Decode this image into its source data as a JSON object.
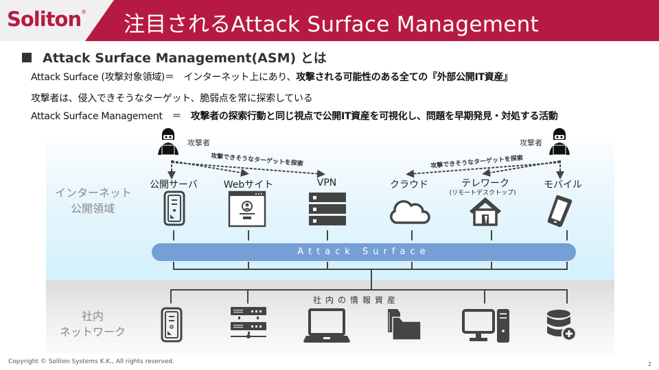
{
  "header": {
    "logo_text": "Soliton",
    "logo_mark": "®",
    "title": "注目されるAttack Surface Management",
    "accent_color": "#b61a42"
  },
  "section": {
    "heading": "Attack Surface Management(ASM) とは"
  },
  "definitions": {
    "line1_term": "Attack Surface (攻撃対象領域)＝　インターネット上にあり、",
    "line1_desc": "攻撃される可能性のある全ての『外部公開IT資産』",
    "line2": "攻撃者は、侵入できそうなターゲット、脆弱点を常に探索している",
    "line3_term": "Attack Surface Management　＝　",
    "line3_desc": "攻撃者の探索行動と同じ視点で公開IT資産を可視化し、問題を早期発見・対処する活動"
  },
  "diagram": {
    "zones": {
      "internet_label_1": "インターネット",
      "internet_label_2": "公開領域",
      "internal_label_1": "社内",
      "internal_label_2": "ネットワーク"
    },
    "attackers": [
      {
        "label": "攻撃者",
        "icon": "hacker-icon",
        "side": "left"
      },
      {
        "label": "攻撃者",
        "icon": "hacker-icon",
        "side": "right"
      }
    ],
    "probe_label_left": "攻撃できそうなターゲットを探索",
    "probe_label_right": "攻撃できそうなターゲットを探索",
    "public_assets": [
      {
        "label": "公開サーバ",
        "sub": "",
        "icon": "tower-server-icon"
      },
      {
        "label": "Webサイト",
        "sub": "",
        "icon": "website-icon"
      },
      {
        "label": "VPN",
        "sub": "",
        "icon": "rack-server-icon"
      },
      {
        "label": "クラウド",
        "sub": "",
        "icon": "cloud-icon"
      },
      {
        "label": "テレワーク",
        "sub": "(リモートデスクトップ)",
        "icon": "home-icon"
      },
      {
        "label": "モバイル",
        "sub": "",
        "icon": "smartphone-icon"
      }
    ],
    "surface_label": "Attack Surface",
    "surface_color": "#769fd6",
    "internal_title": "社内の情報資産",
    "internal_assets": [
      {
        "icon": "tower-server-icon"
      },
      {
        "icon": "network-server-icon"
      },
      {
        "icon": "laptop-icon"
      },
      {
        "icon": "folder-icon"
      },
      {
        "icon": "desktop-pc-icon"
      },
      {
        "icon": "database-add-icon"
      }
    ]
  },
  "footer": {
    "copyright": "Copyright © Soliton Systems K.K., All rights reserved.",
    "page_number": "2"
  }
}
